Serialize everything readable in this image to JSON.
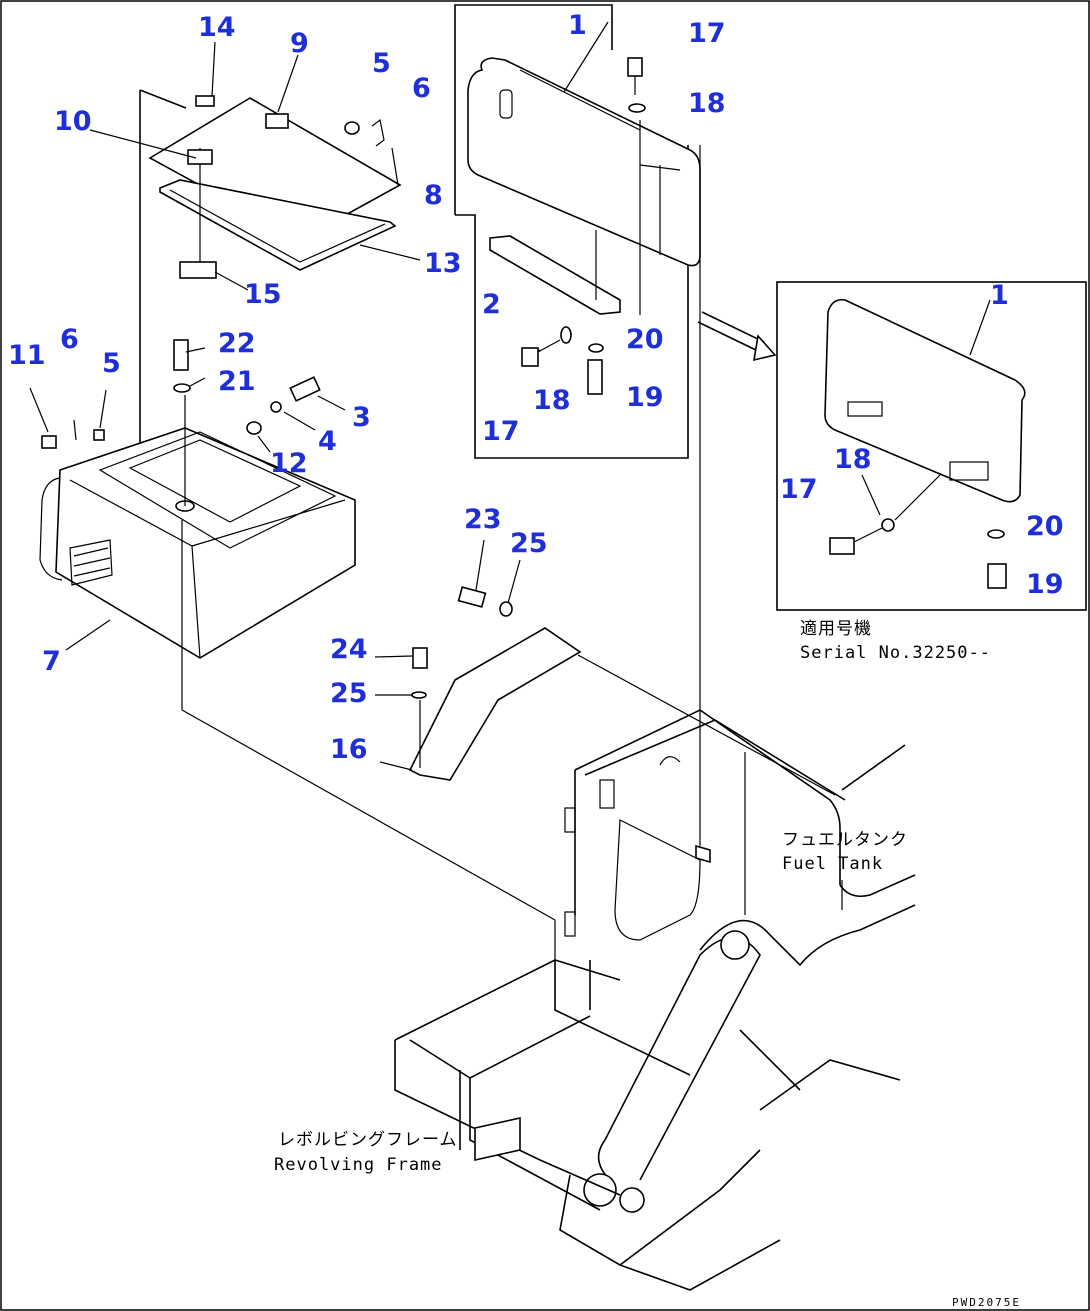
{
  "callouts": {
    "n1_top": "1",
    "n17_top": "17",
    "n18_top": "18",
    "n14": "14",
    "n9": "9",
    "n5_top": "5",
    "n6_top": "6",
    "n10": "10",
    "n8": "8",
    "n13": "13",
    "n15": "15",
    "n2": "2",
    "n20_mid": "20",
    "n18_mid": "18",
    "n19_mid": "19",
    "n17_mid": "17",
    "n11": "11",
    "n6_left": "6",
    "n5_left": "5",
    "n22": "22",
    "n21": "21",
    "n3": "3",
    "n4": "4",
    "n12": "12",
    "n7": "7",
    "n23": "23",
    "n25_a": "25",
    "n24": "24",
    "n25_b": "25",
    "n16": "16",
    "n1_inset": "1",
    "n18_inset": "18",
    "n17_inset": "17",
    "n20_inset": "20",
    "n19_inset": "19"
  },
  "inset_note": {
    "jp": "適用号機",
    "en": "Serial No.32250--"
  },
  "labels": {
    "fuel_tank_jp": "フュエルタンク",
    "fuel_tank_en": "Fuel Tank",
    "revolving_frame_jp": "レボルビングフレーム",
    "revolving_frame_en": "Revolving Frame"
  },
  "drawing_code": "PWD2075E"
}
